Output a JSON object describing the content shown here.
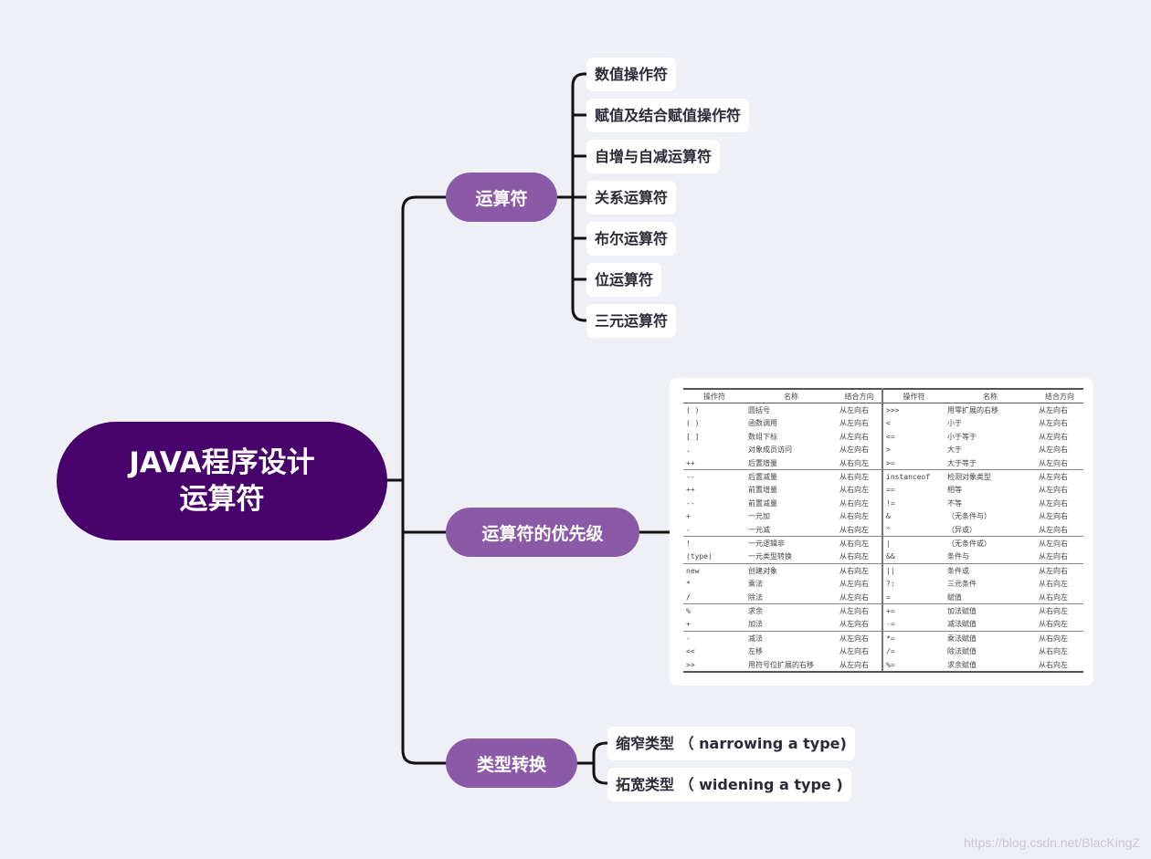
{
  "root": {
    "line1": "JAVA程序设计",
    "line2": "运算符"
  },
  "branches": [
    {
      "label": "运算符"
    },
    {
      "label": "运算符的优先级"
    },
    {
      "label": "类型转换"
    }
  ],
  "operators_children": [
    "数值操作符",
    "赋值及结合赋值操作符",
    "自增与自减运算符",
    "关系运算符",
    "布尔运算符",
    "位运算符",
    "三元运算符"
  ],
  "conversion_children": [
    "缩窄类型 （ narrowing a type)",
    "拓宽类型 （ widening a type )"
  ],
  "precedence_table": {
    "headers": [
      "操作符",
      "名称",
      "结合方向",
      "操作符",
      "名称",
      "结合方向"
    ],
    "rule_rows": [
      5,
      10,
      12,
      15,
      17
    ],
    "rows": [
      [
        "( )",
        "圆括号",
        "从左向右",
        ">>>",
        "用零扩展的右移",
        "从左向右"
      ],
      [
        "( )",
        "函数调用",
        "从左向右",
        "<",
        "小于",
        "从左向右"
      ],
      [
        "[ ]",
        "数组下标",
        "从左向右",
        "<=",
        "小于等于",
        "从左向右"
      ],
      [
        ".",
        "对象成员访问",
        "从左向右",
        ">",
        "大于",
        "从左向右"
      ],
      [
        "++",
        "后置增量",
        "从右向左",
        ">=",
        "大于等于",
        "从左向右"
      ],
      [
        "--",
        "后置减量",
        "从右向左",
        "instanceof",
        "检测对象类型",
        "从左向右"
      ],
      [
        "++",
        "前置增量",
        "从右向左",
        "==",
        "相等",
        "从左向右"
      ],
      [
        "--",
        "前置减量",
        "从右向左",
        "!=",
        "不等",
        "从左向右"
      ],
      [
        "+",
        "一元加",
        "从右向左",
        "&",
        "（无条件与）",
        "从左向右"
      ],
      [
        "-",
        "一元减",
        "从右向左",
        "^",
        "（异或）",
        "从左向右"
      ],
      [
        "!",
        "一元逻辑非",
        "从右向左",
        "|",
        "（无条件或）",
        "从左向右"
      ],
      [
        "(type)",
        "一元类型转换",
        "从右向左",
        "&&",
        "条件与",
        "从左向右"
      ],
      [
        "new",
        "创建对象",
        "从右向左",
        "||",
        "条件或",
        "从左向右"
      ],
      [
        "*",
        "乘法",
        "从左向右",
        "?:",
        "三元条件",
        "从右向左"
      ],
      [
        "/",
        "除法",
        "从左向右",
        "=",
        "赋值",
        "从右向左"
      ],
      [
        "%",
        "求余",
        "从左向右",
        "+=",
        "加法赋值",
        "从右向左"
      ],
      [
        "+",
        "加法",
        "从左向右",
        "-=",
        "减法赋值",
        "从右向左"
      ],
      [
        "-",
        "减法",
        "从左向右",
        "*=",
        "乘法赋值",
        "从右向左"
      ],
      [
        "<<",
        "左移",
        "从左向右",
        "/=",
        "除法赋值",
        "从右向左"
      ],
      [
        ">>",
        "用符号位扩展的右移",
        "从左向右",
        "%=",
        "求余赋值",
        "从右向左"
      ]
    ]
  },
  "watermark": "https://blog.csdn.net/BlacKingZ"
}
